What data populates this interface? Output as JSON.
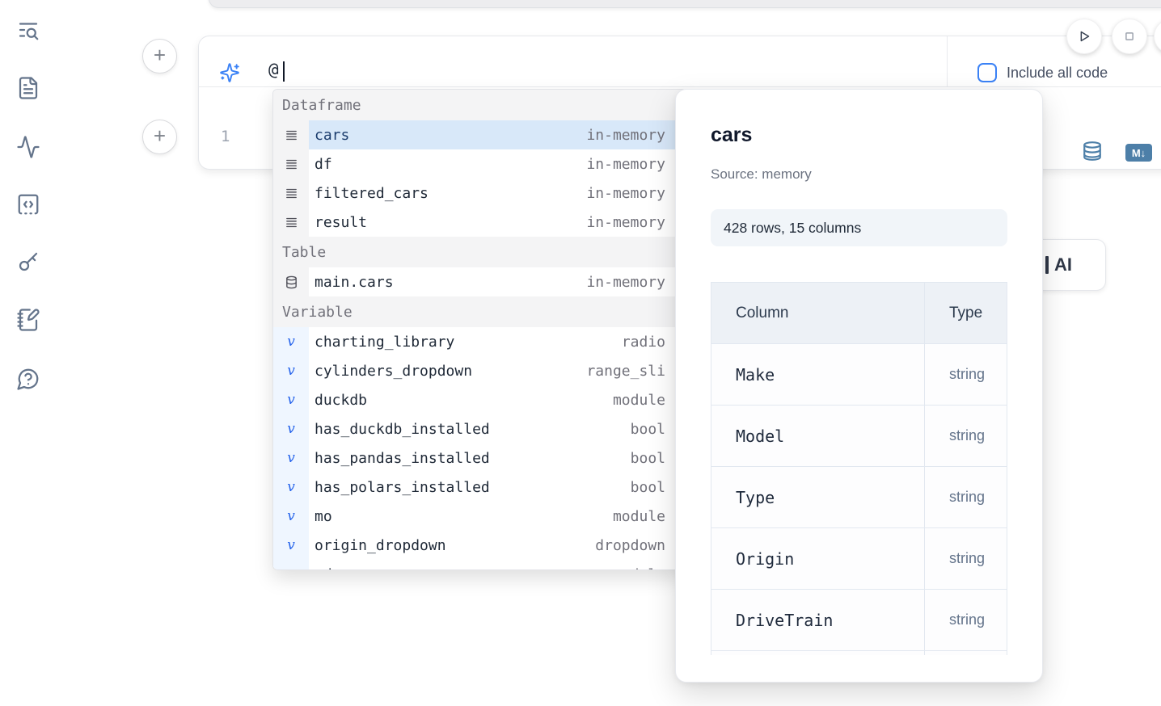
{
  "sidebar": {
    "items": [
      {
        "icon": "list-search-icon"
      },
      {
        "icon": "file-text-icon"
      },
      {
        "icon": "activity-icon"
      },
      {
        "icon": "code-snippet-icon"
      },
      {
        "icon": "key-icon"
      },
      {
        "icon": "notebook-pen-icon"
      },
      {
        "icon": "help-circle-icon"
      }
    ]
  },
  "cell_toolbar": {
    "play_icon": "play-icon",
    "stop_icon": "stop-icon"
  },
  "add_cell_label": "+",
  "prompt": {
    "icon": "sparkles-icon",
    "value": "@",
    "include_all_code": {
      "label": "Include all code",
      "checked": false
    }
  },
  "editor": {
    "line_number": "1",
    "datasource_icon": "database-icon",
    "markdown_badge": "M↓"
  },
  "autocomplete": {
    "sections": [
      {
        "label": "Dataframe",
        "icon": "dataframe-icon",
        "items": [
          {
            "name": "cars",
            "type": "in-memory",
            "selected": true
          },
          {
            "name": "df",
            "type": "in-memory"
          },
          {
            "name": "filtered_cars",
            "type": "in-memory"
          },
          {
            "name": "result",
            "type": "in-memory"
          }
        ]
      },
      {
        "label": "Table",
        "icon": "table-icon",
        "items": [
          {
            "name": "main.cars",
            "type": "in-memory"
          }
        ]
      },
      {
        "label": "Variable",
        "icon": "variable-icon",
        "items": [
          {
            "name": "charting_library",
            "type": "radio"
          },
          {
            "name": "cylinders_dropdown",
            "type": "range_sli"
          },
          {
            "name": "duckdb",
            "type": "module"
          },
          {
            "name": "has_duckdb_installed",
            "type": "bool"
          },
          {
            "name": "has_pandas_installed",
            "type": "bool"
          },
          {
            "name": "has_polars_installed",
            "type": "bool"
          },
          {
            "name": "mo",
            "type": "module"
          },
          {
            "name": "origin_dropdown",
            "type": "dropdown"
          },
          {
            "name": "pd",
            "type": "module",
            "partial": true
          }
        ]
      }
    ]
  },
  "preview": {
    "title": "cars",
    "source_label": "Source: memory",
    "shape_badge": "428 rows, 15 columns",
    "table": {
      "headers": [
        "Column",
        "Type"
      ],
      "rows": [
        [
          "Make",
          "string"
        ],
        [
          "Model",
          "string"
        ],
        [
          "Type",
          "string"
        ],
        [
          "Origin",
          "string"
        ],
        [
          "DriveTrain",
          "string"
        ]
      ]
    }
  },
  "ai_button": {
    "label": "AI"
  },
  "colors": {
    "accent_blue": "#3b82f6",
    "steel_blue": "#4d7fa8",
    "selected_row_bg": "#d8e8f9"
  }
}
